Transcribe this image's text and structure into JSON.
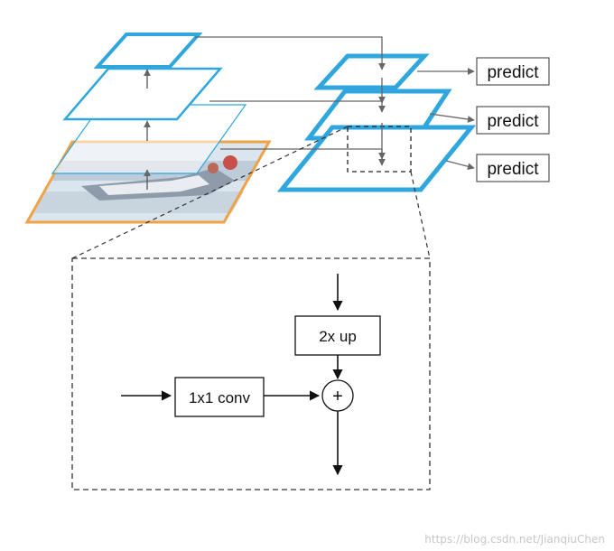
{
  "diagram": {
    "predict_labels": [
      "predict",
      "predict",
      "predict"
    ],
    "conv_label": "1x1 conv",
    "up_label": "2x up",
    "plus_symbol": "+"
  },
  "watermark": "https://blog.csdn.net/JianqiuChen",
  "colors": {
    "pyramid_blue": "#2fa6dd",
    "image_orange": "#f0a246",
    "arrow_gray": "#666666",
    "line_black": "#111111",
    "background": "#ffffff"
  },
  "icons": {
    "upsample_arrow": "up-arrow-icon",
    "lateral_arrow": "right-arrow-icon",
    "sum_node": "plus-circle-icon"
  }
}
